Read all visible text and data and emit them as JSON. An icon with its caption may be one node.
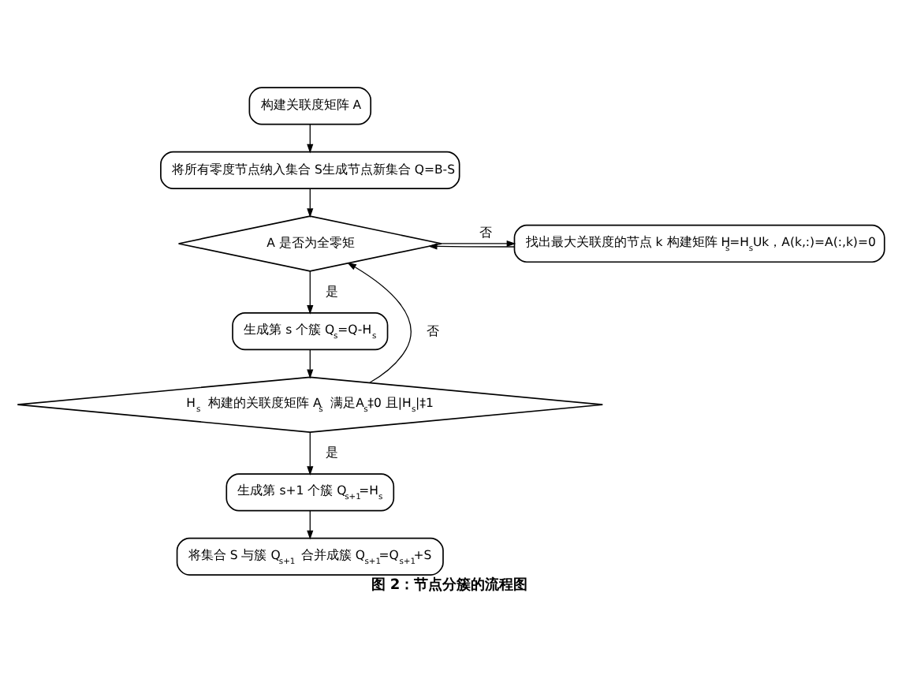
{
  "diagram": {
    "caption": "图 2：节点分簇的流程图",
    "nodes": [
      {
        "text": [
          "构建关联度矩阵 A"
        ]
      },
      {
        "text": [
          "将所有零度节点纳入集合 S生成节点新集合 Q=B-S"
        ]
      },
      {
        "text": [
          "A 是否为全零矩"
        ]
      },
      {
        "text": [
          "找出最大关联度的节点 k 构建矩阵 H$_{s}$=H$_{s}$Uk，A(k,:)=A(:,k)=0"
        ]
      },
      {
        "text": [
          "生成第 s 个簇 Q$_{s}$=Q-H$_{s}$"
        ]
      },
      {
        "text": [
          "H$_{s}$ 构建的关联度矩阵 A$_{s}$ 满足A$_{s}$‡0 且|H$_{s}$|‡1"
        ]
      },
      {
        "text": [
          "生成第 s+1 个簇 Q$_{s+1}$=H$_{s}$"
        ]
      },
      {
        "text": [
          "将集合 S 与簇 Q$_{s+1}$ 合并成簇 Q$_{s+1}$=Q$_{s+1}$+S"
        ]
      }
    ],
    "edges": [
      {
        "from": 0,
        "to": 1,
        "arrow": "to"
      },
      {
        "from": 1,
        "to": 2,
        "arrow": "to"
      },
      {
        "from": 2,
        "to": 3,
        "arrow": "to",
        "label": "否"
      },
      {
        "from": 3,
        "to": 2,
        "arrow": "to"
      },
      {
        "from": 2,
        "to": 4,
        "arrow": "to",
        "label": "是"
      },
      {
        "from": 4,
        "to": 5,
        "arrow": "to"
      },
      {
        "from": 5,
        "to": 2,
        "arrow": "to",
        "label": "否"
      },
      {
        "from": 5,
        "to": 6,
        "arrow": "to",
        "label": "是"
      },
      {
        "from": 6,
        "to": 7,
        "arrow": "to"
      }
    ]
  }
}
